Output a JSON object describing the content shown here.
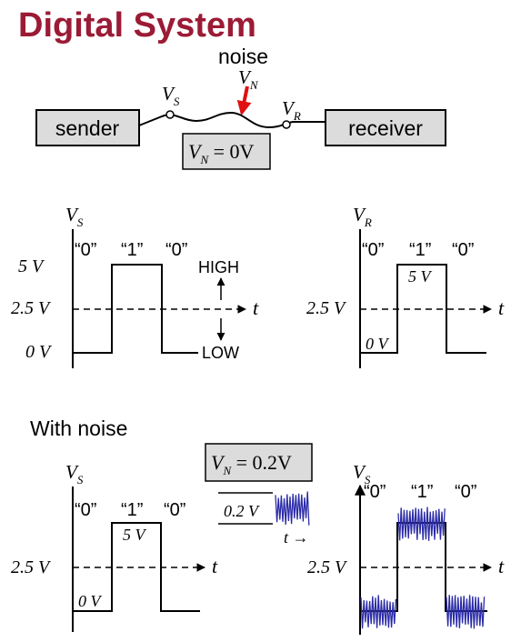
{
  "title": "Digital System",
  "circuit": {
    "noise_label": "noise",
    "sender_label": "sender",
    "receiver_label": "receiver",
    "vs_label": "V",
    "vs_sub": "S",
    "vn_label": "V",
    "vn_sub": "N",
    "vr_label": "V",
    "vr_sub": "R",
    "vn_box": {
      "v": "V",
      "sub": "N",
      "eq": " = 0V"
    }
  },
  "sender_graph": {
    "y_label": "V",
    "y_sub": "S",
    "bits": [
      "“0”",
      "“1”",
      "“0”"
    ],
    "tick_5v": "5 V",
    "tick_25v": "2.5 V",
    "tick_0v": "0 V",
    "t_label": "t",
    "high_label": "HIGH",
    "low_label": "LOW"
  },
  "receiver_graph": {
    "y_label": "V",
    "y_sub": "R",
    "bits": [
      "“0”",
      "“1”",
      "“0”"
    ],
    "inner_5v": "5 V",
    "inner_0v": "0 V",
    "tick_25v": "2.5 V",
    "t_label": "t"
  },
  "noise_section": {
    "heading": "With noise",
    "vn_box": {
      "v": "V",
      "sub": "N",
      "eq": " = 0.2V"
    },
    "noise_amp": "0.2 V",
    "t_arrow": "t →"
  },
  "noisy_sender_graph": {
    "y_label": "V",
    "y_sub": "S",
    "bits": [
      "“0”",
      "“1”",
      "“0”"
    ],
    "inner_5v": "5 V",
    "inner_0v": "0 V",
    "tick_25v": "2.5 V",
    "t_label": "t"
  },
  "noisy_receiver_graph": {
    "y_label": "V",
    "y_sub": "S",
    "bits": [
      "“0”",
      "“1”",
      "“0”"
    ],
    "tick_25v": "2.5 V",
    "t_label": "t"
  },
  "colors": {
    "title": "#9b1b35",
    "box_fill": "#dcdcdc",
    "noise_arrow": "#e01010",
    "noise_wave": "#2b2ba8"
  }
}
